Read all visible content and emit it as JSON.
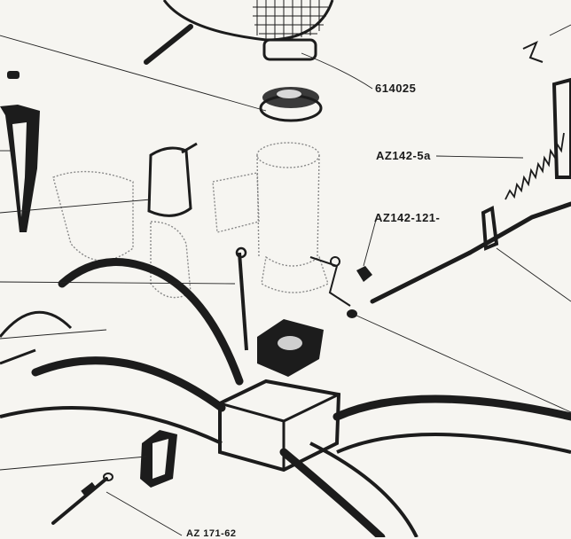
{
  "labels": {
    "part_614025": "614025",
    "part_az142_5a": "AZ142-5a",
    "part_az142_121": "AZ142-121-",
    "part_az171_62": "AZ 171-62"
  }
}
